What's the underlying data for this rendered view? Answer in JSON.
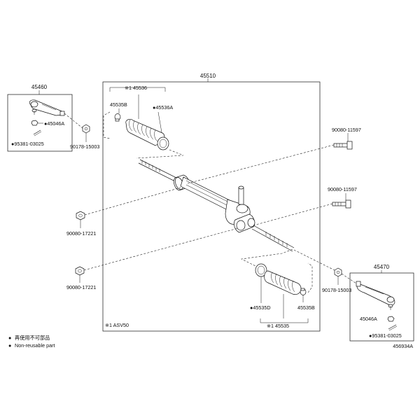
{
  "labels": {
    "assembly_main": "45510",
    "tie_rod_left_assy": "45460",
    "tie_rod_right_assy": "45470",
    "boot_upper": "※1 45536",
    "clamp_upper_b": "45535B",
    "clamp_upper_a": "●45536A",
    "nut_left": "●45046A",
    "pin_left": "●95381-03025",
    "nut_tie_left": "90178-15003",
    "bolt_upper": "90080-11597",
    "bolt_middle": "90080-11597",
    "nut_mid_left": "90080-17221",
    "nut_low_left": "90080-17221",
    "nut_tie_right": "90178-15003",
    "clamp_lower_d": "●45535D",
    "clamp_lower_b": "45535B",
    "boot_lower": "※1 45535",
    "nut_right": "45046A",
    "pin_right": "●95381-03025",
    "footnote_model": "※1  ASV50",
    "diagram_id": "456934A"
  },
  "legend": {
    "items": [
      {
        "bullet": "●",
        "text": "再使用不可部品"
      },
      {
        "bullet": "●",
        "text": "Non-reusable part"
      }
    ]
  }
}
